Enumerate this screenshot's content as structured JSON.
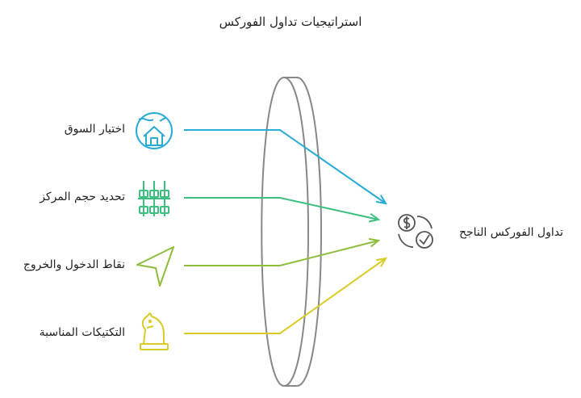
{
  "title": "استراتيجيات تداول الفوركس",
  "inputs": [
    {
      "label": "اختيار السوق",
      "icon": "market-house-icon",
      "color": "#29abd6"
    },
    {
      "label": "تحديد حجم المركز",
      "icon": "sliders-icon",
      "color": "#3cbf7f"
    },
    {
      "label": "نقاط الدخول والخروج",
      "icon": "navigation-arrow-icon",
      "color": "#8dbd3b"
    },
    {
      "label": "التكتيكات المناسبة",
      "icon": "chess-knight-icon",
      "color": "#d9cc28"
    }
  ],
  "output": {
    "label": "تداول الفوركس الناجح",
    "icon": "money-check-icon",
    "color": "#555555"
  },
  "lens_color": "#888888"
}
